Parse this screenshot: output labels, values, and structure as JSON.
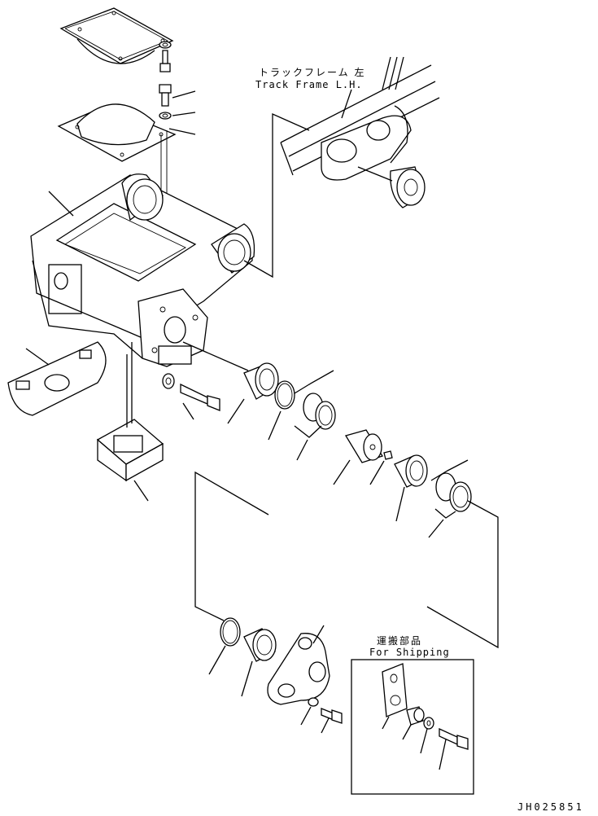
{
  "labels": {
    "track_frame_jp": "トラックフレーム 左",
    "track_frame_en": "Track Frame L.H.",
    "shipping_jp": "運搬部品",
    "shipping_en": "For Shipping",
    "drawing_code": "JH025851"
  }
}
